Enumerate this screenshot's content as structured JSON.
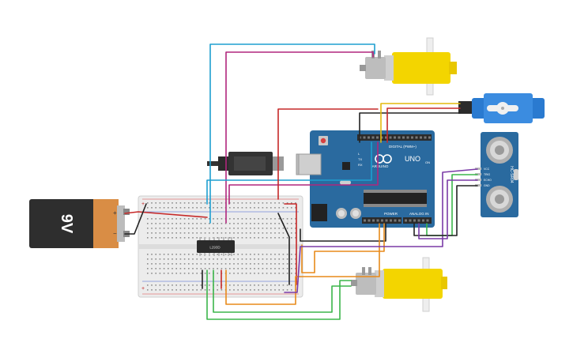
{
  "battery": {
    "label": "9V",
    "plus": "+",
    "minus": "−"
  },
  "arduino": {
    "brand": "ARDUINO",
    "model": "UNO",
    "digital_label": "DIGITAL (PWM~)",
    "power_label": "POWER",
    "analog_label": "ANALOG IN",
    "tx": "TX",
    "rx": "RX",
    "on": "ON",
    "l": "L"
  },
  "sensor": {
    "model": "HC-SR04",
    "pins": [
      "VCC",
      "TRIG",
      "ECHO",
      "GND"
    ]
  },
  "driver_chip": {
    "label": "L293D"
  },
  "breadboard": {
    "plus": "+",
    "minus": "−"
  },
  "colors": {
    "wire_red": "#c62828",
    "wire_black": "#222222",
    "wire_cyan": "#1e9fd0",
    "wire_magenta": "#b0267d",
    "wire_orange": "#e88a1a",
    "wire_yellow": "#e4b90b",
    "wire_purple": "#7a3aa6",
    "wire_green": "#3bb54a",
    "board_blue": "#2a6a9f",
    "motor_yellow": "#f3d500"
  }
}
